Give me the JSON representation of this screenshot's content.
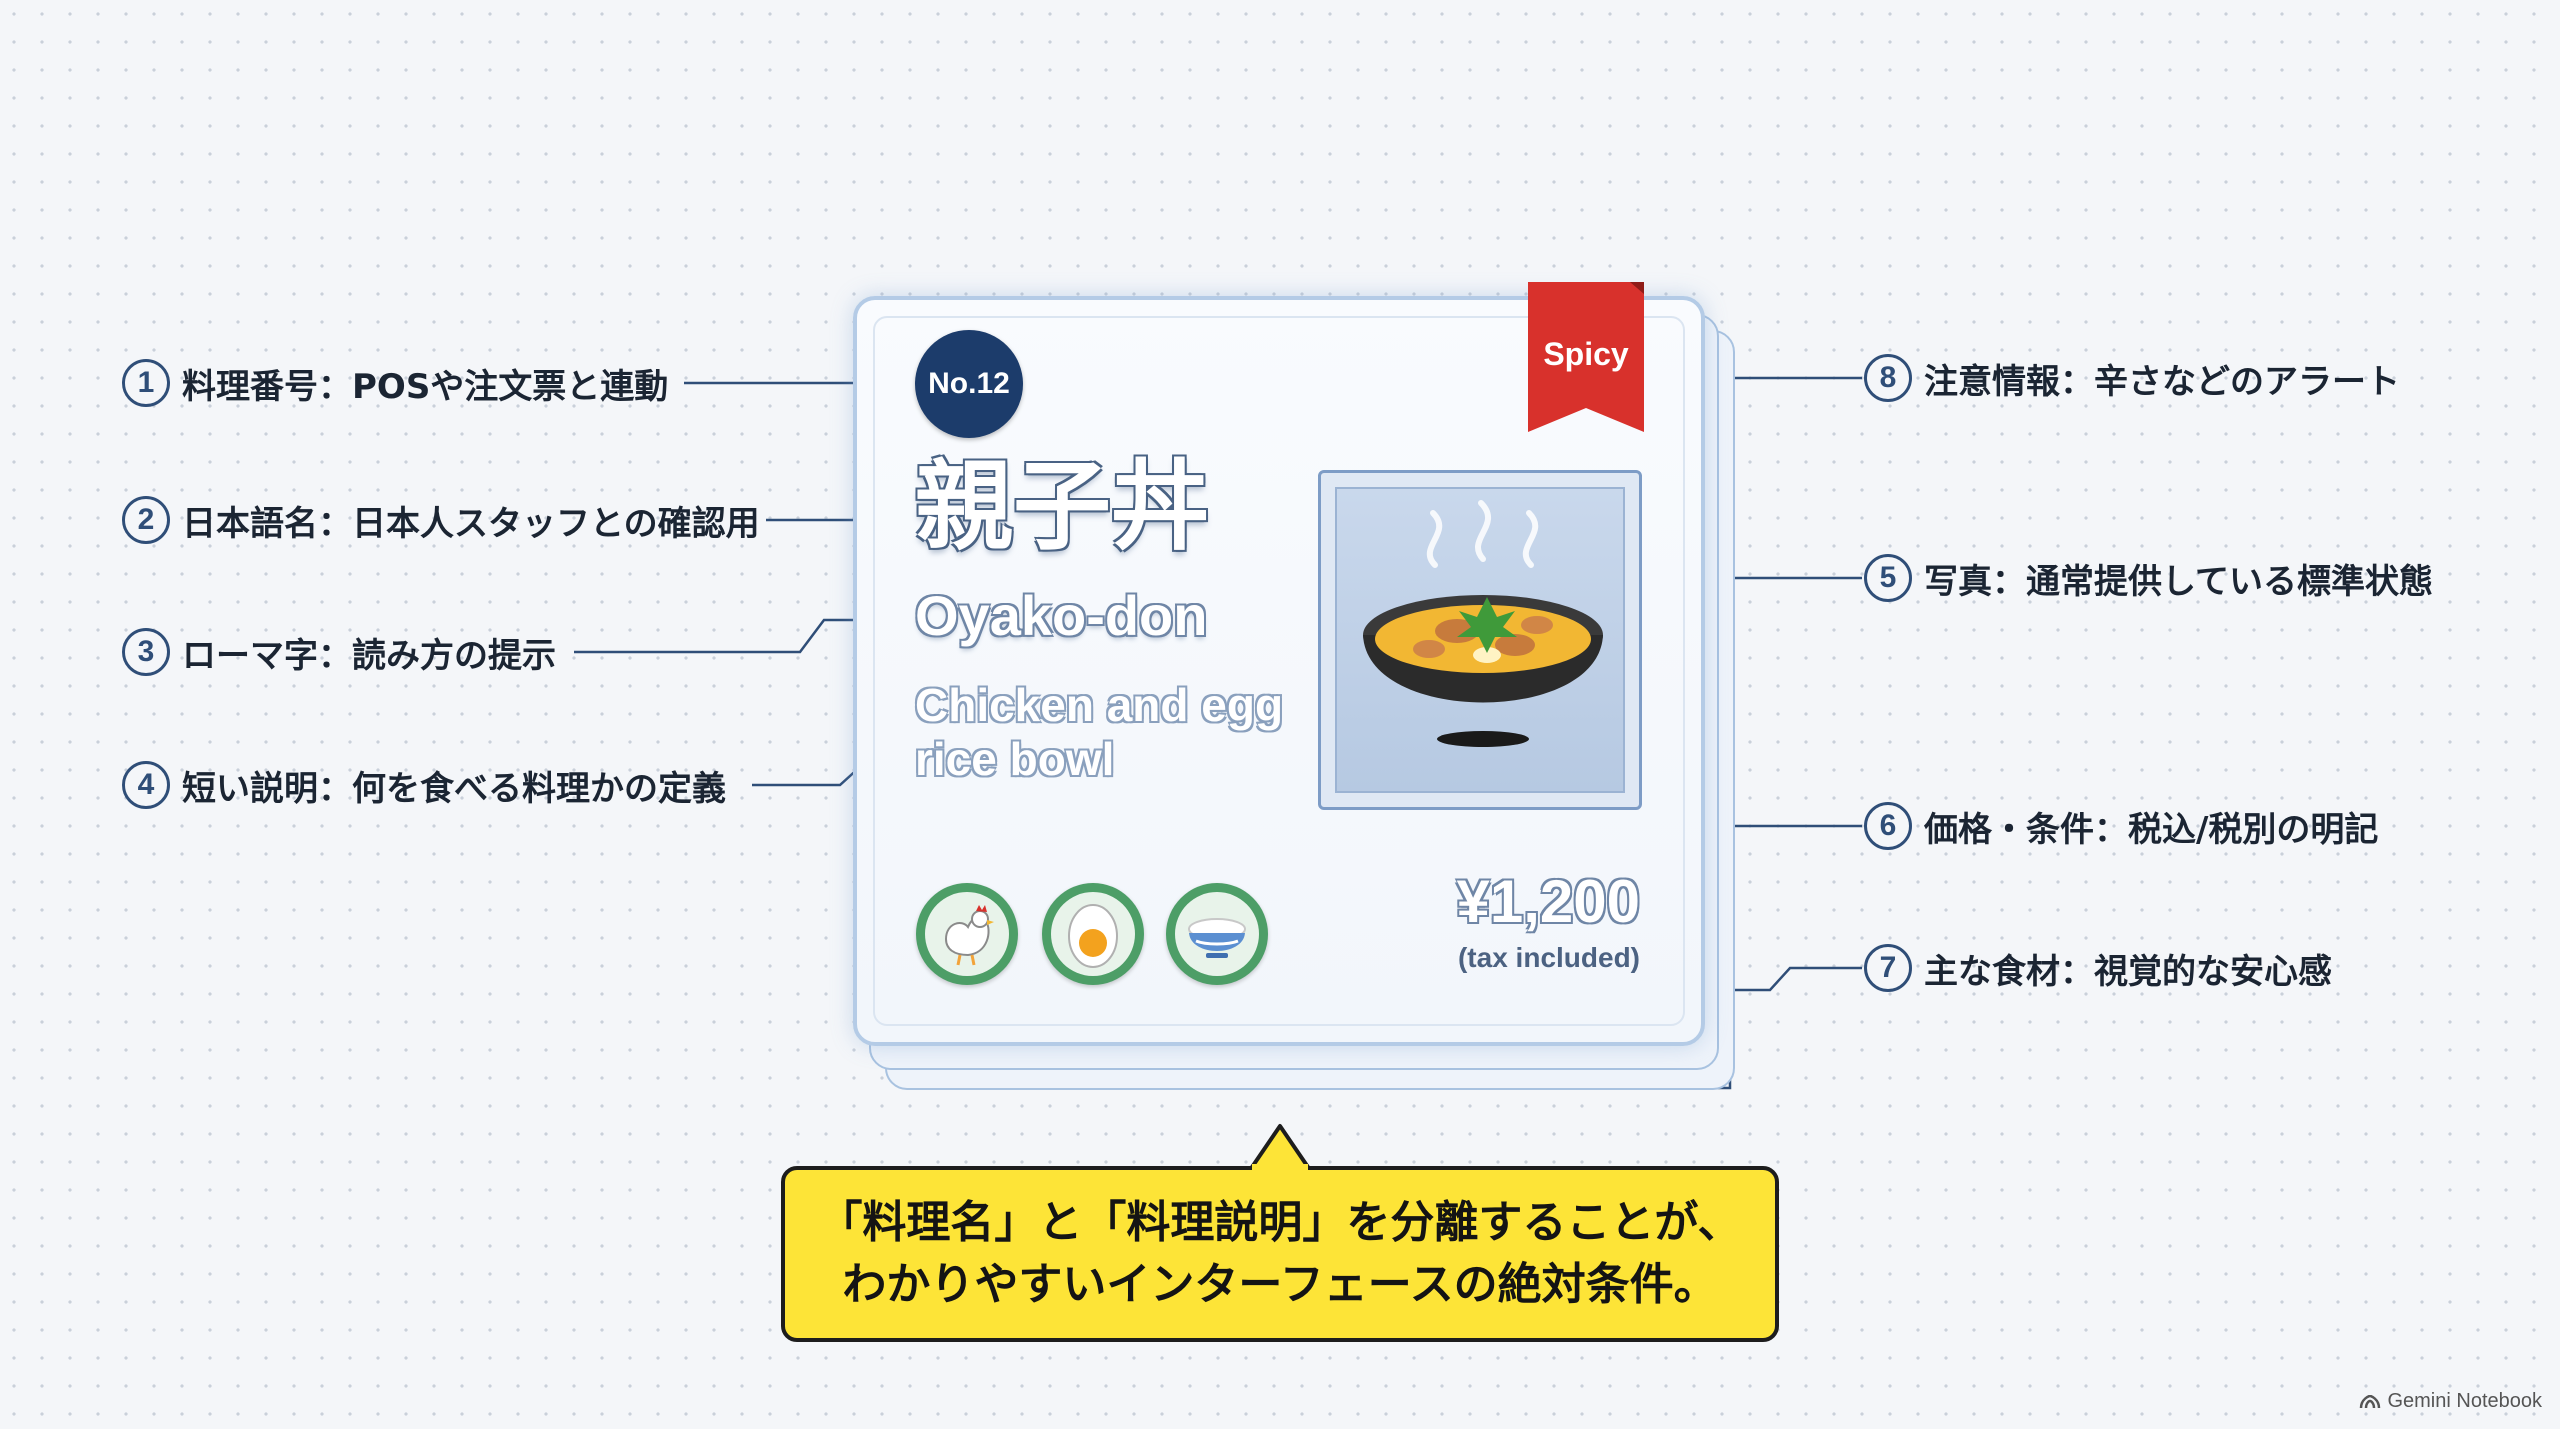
{
  "card": {
    "number_badge": "No.12",
    "dish_name_jp": "親子丼",
    "dish_name_romaji": "Oyako-don",
    "description_line1": "Chicken and egg",
    "description_line2": "rice bowl",
    "alert_tag": "Spicy",
    "price": "¥1,200",
    "price_note": "(tax included)",
    "ingredient_icons": [
      "chicken-icon",
      "egg-icon",
      "rice-bowl-icon"
    ],
    "photo_icon": "oyakodon-bowl-icon"
  },
  "annotations": {
    "a1": {
      "number": "1",
      "text": "料理番号：POSや注文票と連動"
    },
    "a2": {
      "number": "2",
      "text": "日本語名：日本人スタッフとの確認用"
    },
    "a3": {
      "number": "3",
      "text": "ローマ字：読み方の提示"
    },
    "a4": {
      "number": "4",
      "text": "短い説明：何を食べる料理かの定義"
    },
    "a5": {
      "number": "5",
      "text": "写真：通常提供している標準状態"
    },
    "a6": {
      "number": "6",
      "text": "価格・条件：税込/税別の明記"
    },
    "a7": {
      "number": "7",
      "text": "主な食材：視覚的な安心感"
    },
    "a8": {
      "number": "8",
      "text": "注意情報：辛さなどのアラート"
    }
  },
  "callout": {
    "line1": "「料理名」と「料理説明」を分離することが、",
    "line2": "わかりやすいインターフェースの絶対条件。"
  },
  "watermark": "Gemini Notebook",
  "colors": {
    "badge": "#1c3c6b",
    "spicy": "#d8312c",
    "ingredient": "#4d9e67",
    "callout": "#fde437",
    "connector": "#2f4e78"
  }
}
